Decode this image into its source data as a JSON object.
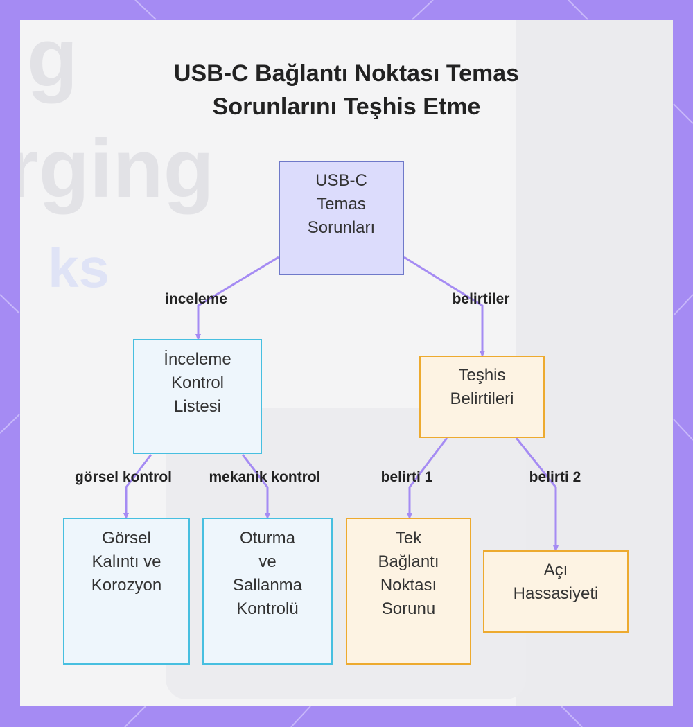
{
  "title": {
    "line1": "USB-C Bağlantı Noktası Temas",
    "line2": "Sorunlarını Teşhis Etme"
  },
  "background_text": [
    "g",
    "rging",
    "ks"
  ],
  "nodes": {
    "root": {
      "lines": [
        "USB-C",
        "Temas",
        "Sorunları"
      ]
    },
    "inspection": {
      "lines": [
        "İnceleme",
        "Kontrol",
        "Listesi"
      ]
    },
    "diagnosis": {
      "lines": [
        "Teşhis",
        "Belirtileri"
      ]
    },
    "visual": {
      "lines": [
        "Görsel",
        "Kalıntı ve",
        "Korozyon"
      ]
    },
    "seating": {
      "lines": [
        "Oturma",
        "ve",
        "Sallanma",
        "Kontrolü"
      ]
    },
    "single_port": {
      "lines": [
        "Tek",
        "Bağlantı",
        "Noktası",
        "Sorunu"
      ]
    },
    "angle": {
      "lines": [
        "Açı",
        "Hassasiyeti"
      ]
    }
  },
  "edges": {
    "inceleme": "inceleme",
    "belirtiler": "belirtiler",
    "gorsel_kontrol": "görsel kontrol",
    "mekanik_kontrol": "mekanik kontrol",
    "belirti1": "belirti 1",
    "belirti2": "belirti 2"
  },
  "colors": {
    "frame": "#a58bf3",
    "root_fill": "#dcdcfc",
    "root_border": "#6f79c9",
    "blue_fill": "#eef6fc",
    "blue_border": "#47bfe0",
    "orange_fill": "#fdf3e3",
    "orange_border": "#edaa2f",
    "edge": "#a58bf3"
  }
}
